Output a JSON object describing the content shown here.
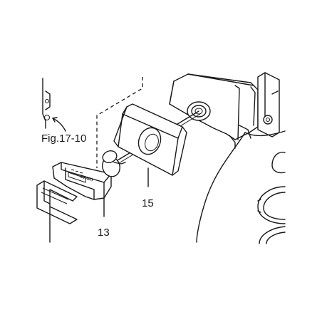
{
  "figure_reference": "Fig.17-10",
  "callouts": {
    "part_15": "15",
    "part_13": "13"
  },
  "handle_marking": "START",
  "colors": {
    "line": "#1a1a1a",
    "background": "#ffffff"
  }
}
